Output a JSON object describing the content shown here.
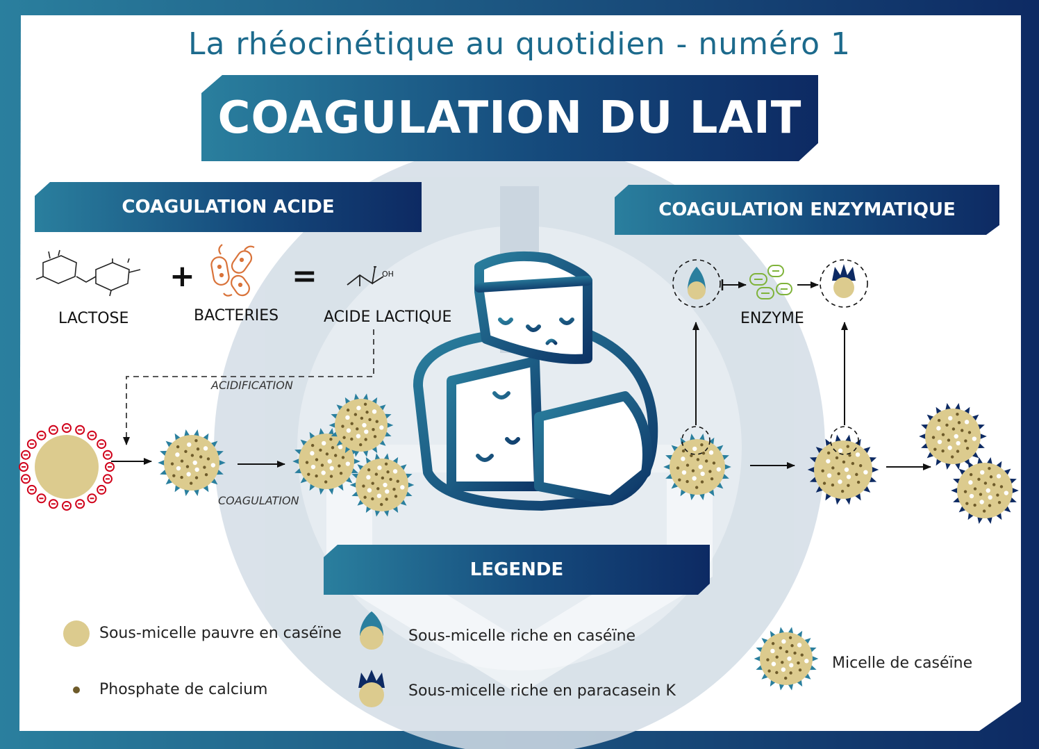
{
  "header": {
    "subtitle": "La rhéocinétique au quotidien - numéro 1",
    "title": "COAGULATION DU LAIT"
  },
  "sections": {
    "acid": "COAGULATION ACIDE",
    "enzymatic": "COAGULATION ENZYMATIQUE",
    "legend": "LEGENDE"
  },
  "acid_equation": {
    "plus": "+",
    "equals": "=",
    "lactose": "LACTOSE",
    "bacteria": "BACTERIES",
    "lactic_acid": "ACIDE LACTIQUE",
    "acidification": "ACIDIFICATION",
    "coagulation": "COAGULATION",
    "oh_label": "OH"
  },
  "enzymatic": {
    "enzyme": "ENZYME"
  },
  "legend": {
    "poor_submicelle": "Sous-micelle pauvre en caséïne",
    "rich_submicelle": "Sous-micelle riche en caséïne",
    "calcium_phosphate": "Phosphate de calcium",
    "paracasein_submicelle": "Sous-micelle riche en paracasein K",
    "casein_micelle": "Micelle de caséïne"
  },
  "colors": {
    "brand_dark": "#0d2a63",
    "brand_teal": "#2a7f9e",
    "submicelle": "#dccb8e",
    "phosphate": "#6e5b2a",
    "charge": "#d0021b",
    "bacteria": "#d9733a",
    "enzyme": "#7fb33a",
    "watermark": "#d3dde6"
  }
}
